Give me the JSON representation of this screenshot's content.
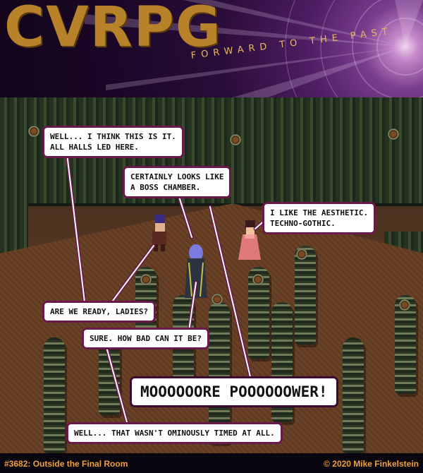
{
  "header": {
    "logo": "CVRPG",
    "tagline": "FORWARD TO THE PAST",
    "colors": {
      "logo": "#b8822a",
      "tagline": "#e9b663",
      "purple": "#4e1d63"
    }
  },
  "bubbles": {
    "b1_line1": "Well... I think this is it.",
    "b1_line2": "All halls led here.",
    "b2_line1": "Certainly looks like",
    "b2_line2": "a boss chamber.",
    "b3_line1": "I like the aesthetic.",
    "b3_line2": "Techno-gothic.",
    "b4": "Are we ready, ladies?",
    "b5": "Sure. How bad can it be?",
    "b6": "MOOOOOORE POOOOOOWER!",
    "b7": "Well... that wasn't ominously timed at all."
  },
  "footer": {
    "episode": "#3682: Outside the Final Room",
    "copyright": "© 2020 Mike Finkelstein"
  }
}
